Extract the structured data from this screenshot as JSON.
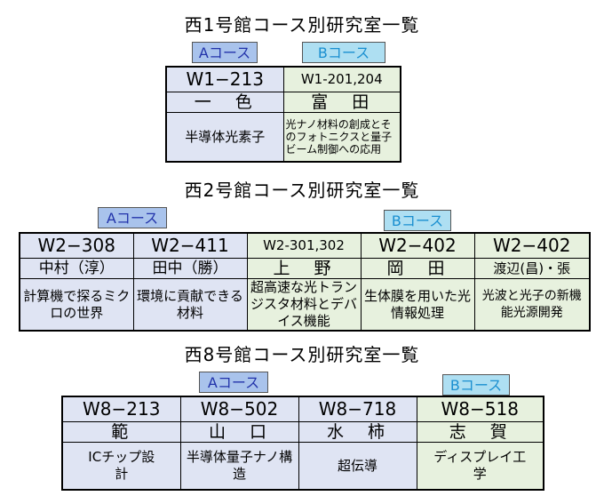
{
  "buildings": [
    {
      "title": "西1号館コース別研究室一覧",
      "course_a": "Aコース",
      "course_b": "Bコース",
      "labs": [
        {
          "room": "W1−213",
          "name": "一　色",
          "topic": "半導体光素子",
          "course": "A"
        },
        {
          "room": "W1-201,204",
          "name": "富　田",
          "topic": "光ナノ材料の創成とそのフォトニクスと量子ビーム制御への応用",
          "course": "B"
        }
      ]
    },
    {
      "title": "西2号館コース別研究室一覧",
      "course_a": "Aコース",
      "course_b": "Bコース",
      "labs": [
        {
          "room": "W2−308",
          "name": "中村（淳）",
          "topic": "計算機で探るミクロの世界",
          "course": "A"
        },
        {
          "room": "W2−411",
          "name": "田中（勝）",
          "topic": "環境に貢献できる材料",
          "course": "A"
        },
        {
          "room": "W2-301,302",
          "name": "上　野",
          "topic": "超高速な光トランジスタ材料とデバイス機能",
          "course": "B"
        },
        {
          "room": "W2−402",
          "name": "岡　田",
          "topic": "生体膜を用いた光情報処理",
          "course": "B"
        },
        {
          "room": "W2−402",
          "name": "渡辺(昌)・張",
          "topic": "光波と光子の新機能光源開発",
          "course": "B"
        }
      ]
    },
    {
      "title": "西8号館コース別研究室一覧",
      "course_a": "Aコース",
      "course_b": "Bコース",
      "labs": [
        {
          "room": "W8−213",
          "name": "範",
          "topic": "ICチップ設計",
          "course": "A"
        },
        {
          "room": "W8−502",
          "name": "山　口",
          "topic": "半導体量子ナノ構造",
          "course": "A"
        },
        {
          "room": "W8−718",
          "name": "水　柿",
          "topic": "超伝導",
          "course": "A"
        },
        {
          "room": "W8−518",
          "name": "志　賀",
          "topic": "ディスプレイ工学",
          "course": "B"
        }
      ]
    }
  ],
  "colors": {
    "course_a_bg": "#dfe4f3",
    "course_b_bg": "#e7f1de",
    "course_a_tag": "#a9c3ec",
    "course_b_tag": "#aedff2"
  }
}
